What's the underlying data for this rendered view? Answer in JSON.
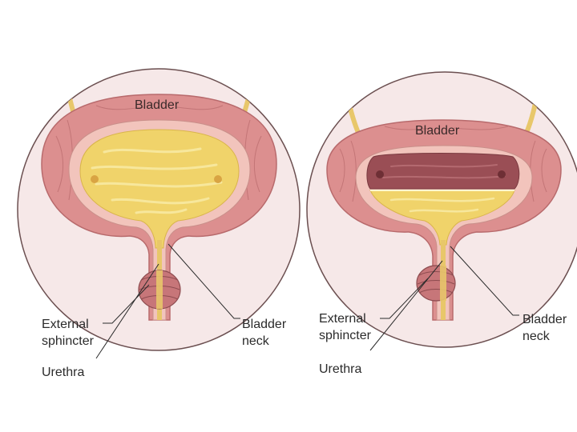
{
  "figures": [
    {
      "id": "empty",
      "labels": {
        "bladder": "Bladder",
        "external_line1": "External",
        "external_line2": "sphincter",
        "urethra": "Urethra",
        "neck_line1": "Bladder",
        "neck_line2": "neck"
      }
    },
    {
      "id": "filled",
      "labels": {
        "bladder": "Bladder",
        "external_line1": "External",
        "external_line2": "sphincter",
        "urethra": "Urethra",
        "neck_line1": "Bladder",
        "neck_line2": "neck"
      }
    }
  ],
  "colors": {
    "circle_fill": "#f6e8e8",
    "circle_stroke": "#6b4f50",
    "wall": "#dc8f8f",
    "wall_dark": "#b86a6c",
    "lining": "#f2c4bc",
    "urine": "#f0d36a",
    "urine_light": "#f7e79c",
    "dark_fluid": "#9a4e55",
    "ureter": "#e8c76a",
    "sphincter": "#c77679"
  }
}
